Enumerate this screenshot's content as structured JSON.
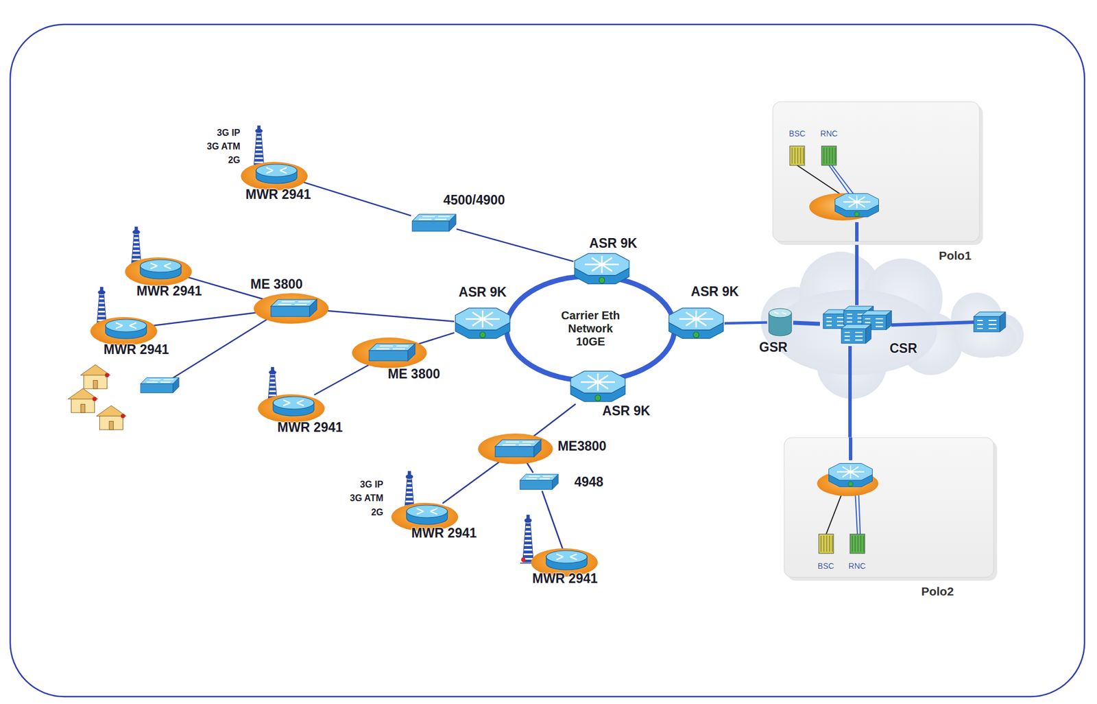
{
  "diagram": {
    "nodes": [
      {
        "text": [
          "MWR 2941"
        ]
      },
      {
        "text": [
          "4500/4900"
        ]
      },
      {
        "text": [
          "ASR 9K"
        ]
      },
      {
        "text": [
          "MWR 2941"
        ]
      },
      {
        "text": [
          "ME 3800"
        ]
      },
      {
        "text": [
          "ASR 9K"
        ]
      },
      {
        "text": [
          "ASR 9K"
        ]
      },
      {
        "text": [
          "Carrier Eth Network 10GE"
        ]
      },
      {
        "text": [
          "MWR 2941"
        ]
      },
      {
        "text": [
          "ME 3800"
        ]
      },
      {
        "text": [
          "MWR 2941"
        ]
      },
      {
        "text": [
          "ASR 9K"
        ]
      },
      {
        "text": [
          "ME3800"
        ]
      },
      {
        "text": [
          "4948"
        ]
      },
      {
        "text": [
          "MWR 2941"
        ]
      },
      {
        "text": [
          "MWR 2941"
        ]
      },
      {
        "text": [
          "GSR"
        ]
      },
      {
        "text": [
          "CSR"
        ]
      },
      {
        "text": [
          "Polo1"
        ]
      },
      {
        "text": [
          "BSC"
        ],
        "in": 18
      },
      {
        "text": [
          "RNC"
        ],
        "in": 18
      },
      {
        "text": [
          "Polo2"
        ]
      },
      {
        "text": [
          "BSC"
        ],
        "in": 21
      },
      {
        "text": [
          "RNC"
        ],
        "in": 21
      }
    ],
    "edges": [
      {
        "from": 0,
        "to": 1,
        "arrow": "none"
      },
      {
        "from": 1,
        "to": 2,
        "arrow": "none"
      },
      {
        "from": 3,
        "to": 4,
        "arrow": "none"
      },
      {
        "from": 8,
        "to": 4,
        "arrow": "none"
      },
      {
        "from": 4,
        "to": 5,
        "arrow": "none"
      },
      {
        "from": 9,
        "to": 5,
        "arrow": "none"
      },
      {
        "from": 10,
        "to": 9,
        "arrow": "none"
      },
      {
        "from": 11,
        "to": 12,
        "arrow": "none"
      },
      {
        "from": 12,
        "to": 14,
        "arrow": "none"
      },
      {
        "from": 12,
        "to": 13,
        "arrow": "none"
      },
      {
        "from": 13,
        "to": 15,
        "arrow": "none"
      },
      {
        "from": 6,
        "to": 16,
        "arrow": "none"
      },
      {
        "from": 16,
        "to": 17,
        "arrow": "none"
      },
      {
        "from": 17,
        "to": 18,
        "arrow": "none"
      },
      {
        "from": 17,
        "to": 21,
        "arrow": "none"
      }
    ],
    "labels": [
      "3G IP",
      "3G ATM",
      "2G",
      "3G IP",
      "3G ATM",
      "2G"
    ]
  }
}
